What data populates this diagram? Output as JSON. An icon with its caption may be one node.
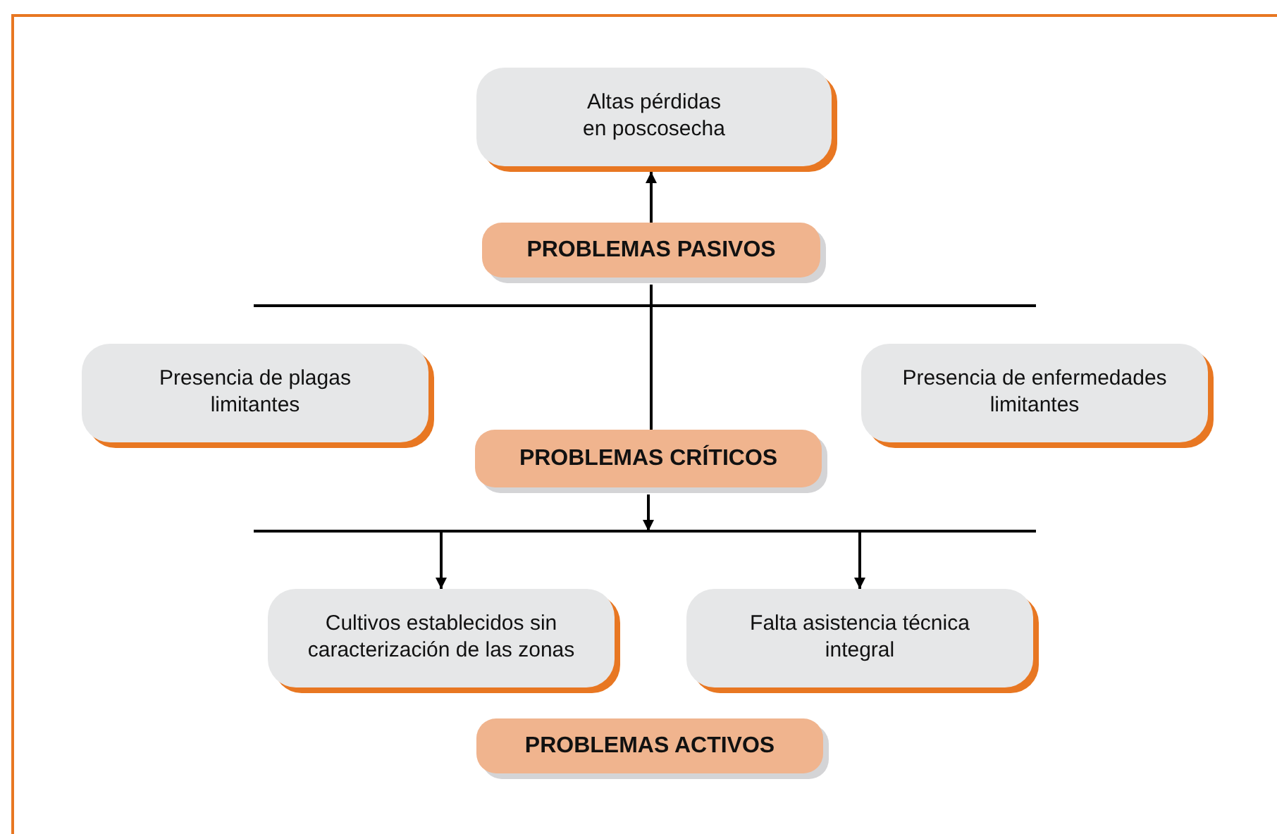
{
  "diagram": {
    "nodes": [
      {
        "text": [
          "Altas pérdidas en poscosecha"
        ]
      },
      {
        "text": [
          "PROBLEMAS PASIVOS"
        ]
      },
      {
        "text": [
          "Presencia de plagas limitantes"
        ]
      },
      {
        "text": [
          "Presencia de enfermedades limitantes"
        ]
      },
      {
        "text": [
          "PROBLEMAS CRÍTICOS"
        ]
      },
      {
        "text": [],
        "shape": "bar"
      },
      {
        "text": [
          "Cultivos establecidos sin caracterización de las zonas"
        ]
      },
      {
        "text": [
          "Falta asistencia técnica integral"
        ]
      },
      {
        "text": [
          "PROBLEMAS ACTIVOS"
        ]
      }
    ],
    "edges": [
      {
        "from": 1,
        "to": 0,
        "arrow": "to"
      },
      {
        "from": 1,
        "to": 4,
        "arrow": "none"
      },
      {
        "from": 4,
        "to": 5,
        "arrow": "to"
      },
      {
        "from": 5,
        "to": 6,
        "arrow": "to"
      },
      {
        "from": 5,
        "to": 7,
        "arrow": "to"
      }
    ]
  }
}
